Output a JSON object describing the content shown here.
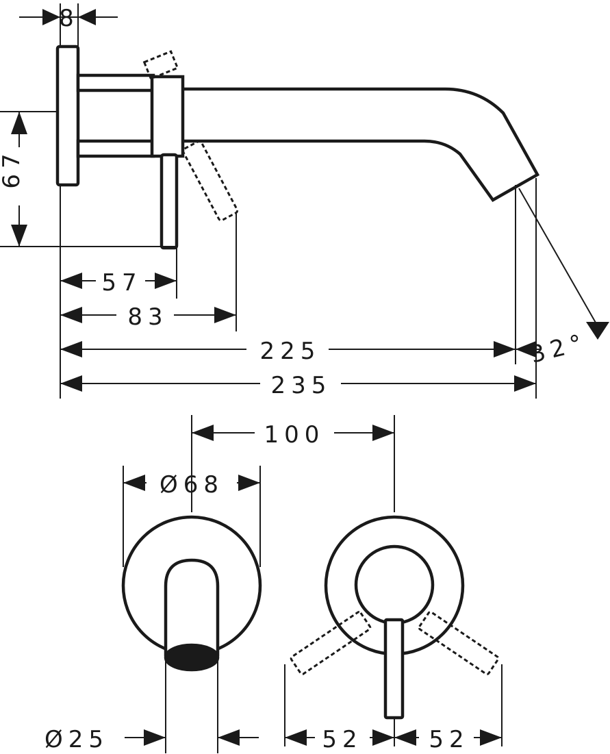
{
  "drawing": {
    "dimensions": {
      "plate_thickness": "8",
      "plate_height": "67",
      "lever_offset": "57",
      "lever_swing_offset": "83",
      "outlet_projection": "225",
      "total_projection": "235",
      "outlet_angle": "32°",
      "center_distance": "100",
      "rosette_diameter": "Ø68",
      "outlet_diameter": "Ø25",
      "lever_swing_left": "52",
      "lever_swing_right": "52"
    }
  }
}
